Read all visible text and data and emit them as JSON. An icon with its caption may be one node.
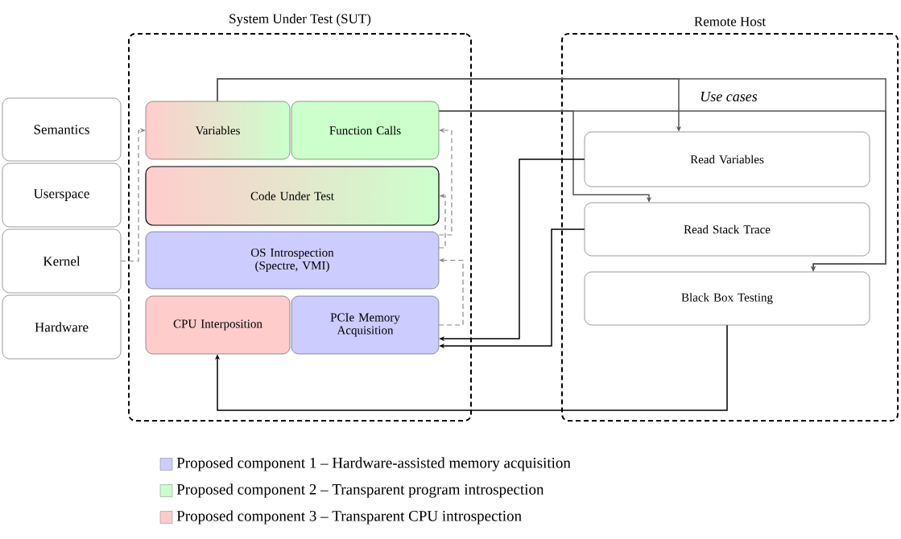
{
  "diagram": {
    "nodes": [
      {
        "text": [
          "System Under Test (SUT)"
        ]
      },
      {
        "text": [
          "Remote Host"
        ]
      },
      {
        "text": [
          "Semantics"
        ]
      },
      {
        "text": [
          "Userspace"
        ]
      },
      {
        "text": [
          "Kernel"
        ]
      },
      {
        "text": [
          "Hardware"
        ]
      },
      {
        "text": [
          "Variables"
        ],
        "in": 0
      },
      {
        "text": [
          "Function Calls"
        ],
        "in": 0
      },
      {
        "text": [
          "Code Under Test"
        ],
        "in": 0
      },
      {
        "text": [
          "OS Introspection (Spectre, VMI)"
        ],
        "in": 0
      },
      {
        "text": [
          "CPU Interposition"
        ],
        "in": 0
      },
      {
        "text": [
          "PCIe Memory Acquisition"
        ],
        "in": 0
      },
      {
        "text": [
          "Read Variables"
        ],
        "in": 1
      },
      {
        "text": [
          "Read Stack Trace"
        ],
        "in": 1
      },
      {
        "text": [
          "Black Box Testing"
        ],
        "in": 1
      }
    ],
    "edges": [
      {
        "from": 6,
        "to": 12,
        "arrow": "to",
        "color": "#555555"
      },
      {
        "from": 6,
        "to": 14,
        "arrow": "to",
        "color": "#555555"
      },
      {
        "from": 7,
        "to": 13,
        "arrow": "to",
        "color": "#555555"
      },
      {
        "from": 7,
        "to": 14,
        "arrow": "to",
        "color": "#555555"
      },
      {
        "from": 12,
        "to": 11,
        "arrow": "to"
      },
      {
        "from": 13,
        "to": 11,
        "arrow": "to"
      },
      {
        "from": 14,
        "to": 10,
        "arrow": "to"
      },
      {
        "from": 4,
        "to": 6,
        "arrow": "to",
        "style": "dashed",
        "color": "#888888"
      },
      {
        "from": 9,
        "to": 7,
        "arrow": "to",
        "style": "dashed",
        "color": "#888888"
      },
      {
        "from": 9,
        "to": 8,
        "arrow": "to",
        "style": "dashed",
        "color": "#888888"
      },
      {
        "from": 11,
        "to": 9,
        "arrow": "to",
        "style": "dashed",
        "color": "#888888"
      }
    ],
    "labels": [
      "Use cases"
    ],
    "legend": [
      {
        "text": "Proposed component 1 – Hardware-assisted memory acquisition",
        "color": "#ccccff"
      },
      {
        "text": "Proposed component 2 – Transparent program introspection",
        "color": "#ccffcc"
      },
      {
        "text": "Proposed component 3 – Transparent CPU introspection",
        "color": "#ffcccc"
      }
    ]
  }
}
